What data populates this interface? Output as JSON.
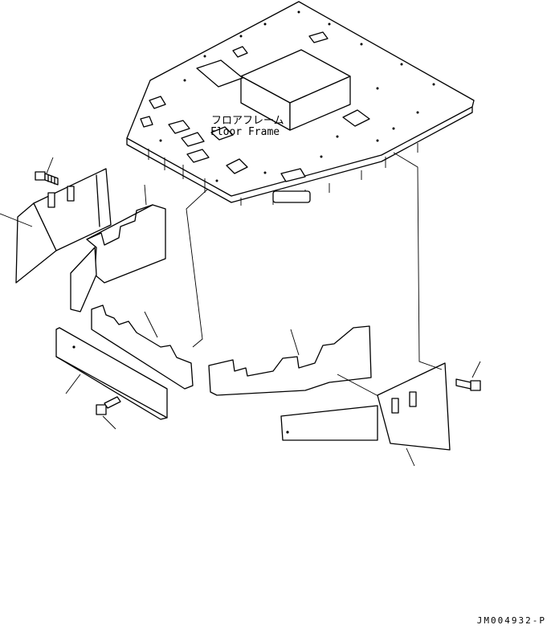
{
  "labels": {
    "floor_frame_jp": "フロアフレーム",
    "floor_frame_en": "Floor Frame"
  },
  "drawing_code": "JM004932-P",
  "colors": {
    "ink": "#000000",
    "paper": "#ffffff"
  }
}
